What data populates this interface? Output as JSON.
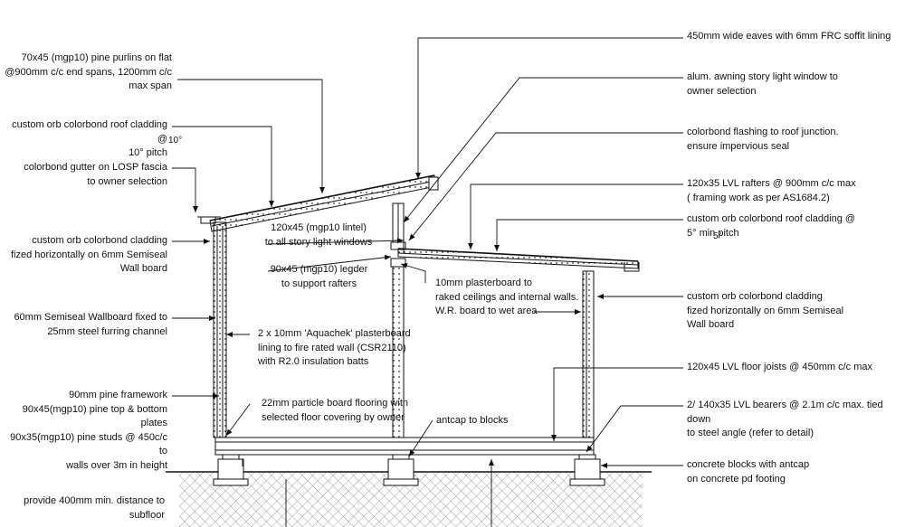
{
  "labels": {
    "purlins": "70x45 (mgp10) pine purlins on flat\n@900mm c/c end spans, 1200mm c/c\nmax span",
    "roof_cladding_left": "custom orb colorbond roof cladding @\n10° pitch",
    "gutter": "colorbond gutter on LOSP fascia\nto owner selection",
    "wall_cladding_left": "custom orb colorbond cladding\nfized horizontally on 6mm Semiseal\nWall board",
    "wallboard": "60mm Semiseal Wallboard fixed to\n25mm steel furring channel",
    "framework": "90mm pine framework\n90x45(mgp10) pine top & bottom plates\n90x35(mgp10) pine studs @ 450c/c to\nwalls over 3m in height",
    "subfloor": "provide 400mm min. distance to\nsubfloor",
    "eaves": "450mm wide eaves with 6mm FRC soffit lining",
    "window": "alum. awning story light window to\nowner selection",
    "flashing": "colorbond flashing to roof junction.\nensure impervious seal",
    "rafters": "120x35 LVL rafters @ 900mm c/c max\n( framing work as per AS1684.2)",
    "roof_cladding_right": "custom orb colorbond roof cladding @\n5° min pitch",
    "wall_cladding_right": "custom orb colorbond cladding\nfized horizontally on 6mm Semiseal\nWall board",
    "floor_joists": "120x45 LVL floor joists @ 450mm c/c max",
    "bearers": "2/ 140x35 LVL bearers @ 2.1m c/c max. tied down\nto steel angle (refer to detail)",
    "blocks": "concrete blocks with antcap\non concrete pd footing",
    "lintel": "120x45 (mgp10 lintel)\nto all story light windows",
    "ledger": "90x45 (mgp10) legder\nto support rafters",
    "aquachek": "2 x 10mm 'Aquachek' plasterboard\nlining to fire rated wall (CSR2110)\nwith R2.0 insulation batts",
    "flooring": "22mm particle board flooring with\nselected floor covering by owner",
    "plasterboard": "10mm plasterboard to\nraked ceilings and internal walls.\nW.R. board to wet area",
    "antcap": "antcap to blocks"
  },
  "annotations": {
    "roof_pitch_left": "10°",
    "roof_pitch_right": "5°"
  },
  "colors": {
    "line": "#111111",
    "ground_hatch": "#8a8a8a"
  }
}
